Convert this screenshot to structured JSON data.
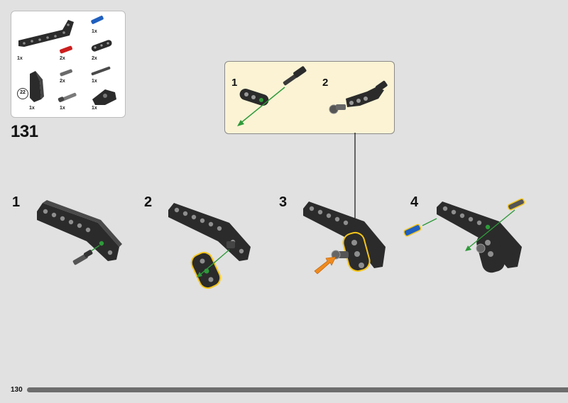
{
  "parts_list": {
    "items": [
      {
        "name": "angled-beam-part",
        "qty": "1x"
      },
      {
        "name": "blue-pin-part",
        "qty": "1x"
      },
      {
        "name": "red-pin-part",
        "qty": "2x"
      },
      {
        "name": "beam-3-part",
        "qty": "2x"
      },
      {
        "name": "panel-part",
        "qty": "1x"
      },
      {
        "name": "gray-pin-part",
        "qty": "2x"
      },
      {
        "name": "axle-part",
        "qty": "1x"
      },
      {
        "name": "long-pin-part",
        "qty": "1x"
      },
      {
        "name": "half-beam-part",
        "qty": "1x"
      }
    ],
    "scale_marker": "22"
  },
  "step": {
    "number": "131"
  },
  "callout": {
    "steps": [
      {
        "label": "1"
      },
      {
        "label": "2"
      }
    ]
  },
  "substeps": [
    {
      "label": "1"
    },
    {
      "label": "2"
    },
    {
      "label": "3"
    },
    {
      "label": "4"
    }
  ],
  "page": {
    "number": "130"
  },
  "colors": {
    "beam": "#2b2b2b",
    "beam_hole": "#8e8e8e",
    "highlight": "#f4c51a",
    "arrow_green": "#2e9a3a",
    "arrow_orange": "#ef8a1e",
    "pin_blue": "#1f5fbf",
    "pin_red": "#cc1f1f",
    "callout_bg": "#fbf3d4",
    "progress": "#6d6d6d"
  }
}
